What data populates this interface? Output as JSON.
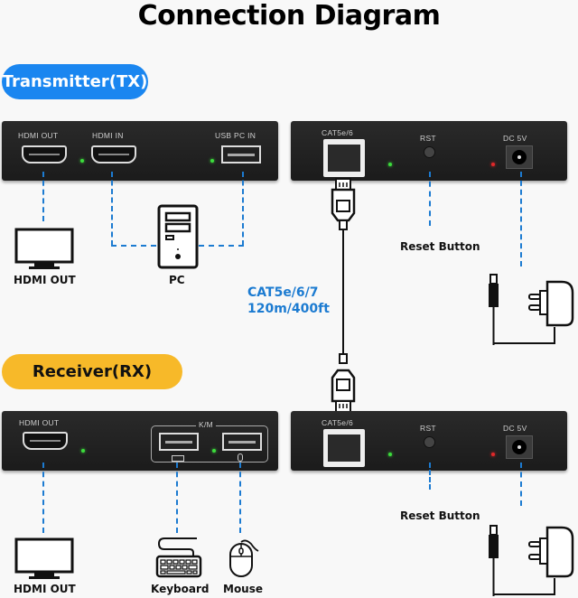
{
  "title": "Connection Diagram",
  "transmitter": {
    "badge": "Transmitter(TX)",
    "badge_color": "#1a86f0",
    "front_panel": {
      "ports": [
        "HDMI OUT",
        "HDMI IN",
        "USB PC IN"
      ],
      "leds": [
        "green",
        "green"
      ]
    },
    "rear_panel": {
      "ports": [
        "CAT5e/6",
        "RST",
        "DC 5V"
      ],
      "leds": [
        "green",
        "red"
      ]
    },
    "devices": {
      "monitor": "HDMI OUT",
      "pc": "PC",
      "reset": "Reset Button"
    }
  },
  "cable": {
    "type": "CAT5e/6/7",
    "length": "120m/400ft",
    "color": "#1c7bd1"
  },
  "receiver": {
    "badge": "Receiver(RX)",
    "badge_color": "#f7b929",
    "front_panel": {
      "ports": [
        "HDMI OUT",
        "K/M"
      ],
      "leds": [
        "green",
        "green"
      ]
    },
    "rear_panel": {
      "ports": [
        "CAT5e/6",
        "RST",
        "DC 5V"
      ],
      "leds": [
        "green",
        "red"
      ]
    },
    "devices": {
      "monitor": "HDMI OUT",
      "keyboard": "Keyboard",
      "mouse": "Mouse",
      "reset": "Reset Button"
    }
  }
}
